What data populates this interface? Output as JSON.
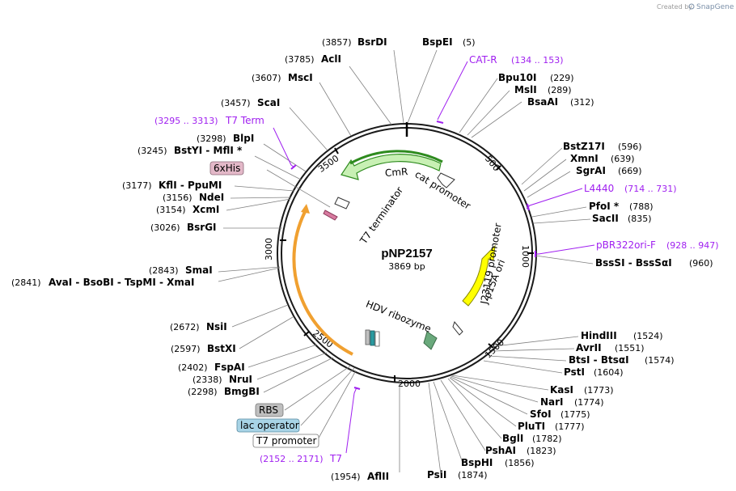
{
  "credit": {
    "prefix": "Created by",
    "brand": "SnapGene"
  },
  "plasmid": {
    "name": "pNP2157",
    "size_label": "3869 bp"
  },
  "ticks": [
    "500",
    "1000",
    "1500",
    "2000",
    "2500",
    "3000",
    "3500"
  ],
  "sites_right": [
    {
      "name": "BspEI",
      "pos": "(5)"
    },
    {
      "name": "Bpu10I",
      "pos": "(229)"
    },
    {
      "name": "MslI",
      "pos": "(289)"
    },
    {
      "name": "BsaAI",
      "pos": "(312)"
    },
    {
      "name": "BstZ17I",
      "pos": "(596)"
    },
    {
      "name": "XmnI",
      "pos": "(639)"
    },
    {
      "name": "SgrAI",
      "pos": "(669)"
    },
    {
      "name": "PfoI *",
      "pos": "(788)"
    },
    {
      "name": "SacII",
      "pos": "(835)"
    },
    {
      "name": "BssSI - BssSαI",
      "pos": "(960)"
    },
    {
      "name": "HindIII",
      "pos": "(1524)"
    },
    {
      "name": "AvrII",
      "pos": "(1551)"
    },
    {
      "name": "BtsI - BtsαI",
      "pos": "(1574)"
    },
    {
      "name": "PstI",
      "pos": "(1604)"
    },
    {
      "name": "KasI",
      "pos": "(1773)"
    },
    {
      "name": "NarI",
      "pos": "(1774)"
    },
    {
      "name": "SfoI",
      "pos": "(1775)"
    },
    {
      "name": "PluTI",
      "pos": "(1777)"
    },
    {
      "name": "BglI",
      "pos": "(1782)"
    },
    {
      "name": "PshAI",
      "pos": "(1823)"
    },
    {
      "name": "BspHI",
      "pos": "(1856)"
    },
    {
      "name": "PsiI",
      "pos": "(1874)"
    }
  ],
  "sites_left": [
    {
      "name": "BsrDI",
      "pos": "(3857)"
    },
    {
      "name": "AclI",
      "pos": "(3785)"
    },
    {
      "name": "MscI",
      "pos": "(3607)"
    },
    {
      "name": "ScaI",
      "pos": "(3457)"
    },
    {
      "name": "BlpI",
      "pos": "(3298)"
    },
    {
      "name": "BstYI - MflI *",
      "pos": "(3245)"
    },
    {
      "name": "KflI - PpuMI",
      "pos": "(3177)"
    },
    {
      "name": "NdeI",
      "pos": "(3156)"
    },
    {
      "name": "XcmI",
      "pos": "(3154)"
    },
    {
      "name": "BsrGI",
      "pos": "(3026)"
    },
    {
      "name": "SmaI",
      "pos": "(2843)"
    },
    {
      "name": "AvaI - BsoBI - TspMI - XmaI",
      "pos": "(2841)"
    },
    {
      "name": "NsiI",
      "pos": "(2672)"
    },
    {
      "name": "BstXI",
      "pos": "(2597)"
    },
    {
      "name": "FspAI",
      "pos": "(2402)"
    },
    {
      "name": "NruI",
      "pos": "(2338)"
    },
    {
      "name": "BmgBI",
      "pos": "(2298)"
    },
    {
      "name": "AflII",
      "pos": "(1954)"
    }
  ],
  "primers": [
    {
      "name": "CAT-R",
      "range": "(134 .. 153)"
    },
    {
      "name": "L4440",
      "range": "(714 .. 731)"
    },
    {
      "name": "pBR322ori-F",
      "range": "(928 .. 947)"
    },
    {
      "name": "T7",
      "range": "(2152 .. 2171)"
    },
    {
      "name": "T7 Term",
      "range": "(3295 .. 3313)"
    }
  ],
  "boxed_labels": [
    {
      "text": "6xHis",
      "fill": "#e3b8c8"
    },
    {
      "text": "RBS",
      "fill": "#bfbfbf"
    },
    {
      "text": "lac operator",
      "fill": "#a8d4e6"
    },
    {
      "text": "T7 promoter",
      "fill": "#ffffff"
    }
  ],
  "features": {
    "cmr": "CmR",
    "cat_promoter": "cat promoter",
    "t7_terminator": "T7 terminator",
    "j23119_promoter": "J23119 promoter",
    "p15a_ori": "p15A ori",
    "hdv_ribozyme": "HDV ribozyme"
  },
  "colors": {
    "backbone": "#1a1a1a",
    "cmr": "#c8f0b4",
    "cmr_stroke": "#2e8b1e",
    "p15a": "#ffff00",
    "orange_arc": "#f0a030",
    "hdv": "#6aa97c",
    "primer": "#a020f0",
    "leader": "#808080"
  }
}
